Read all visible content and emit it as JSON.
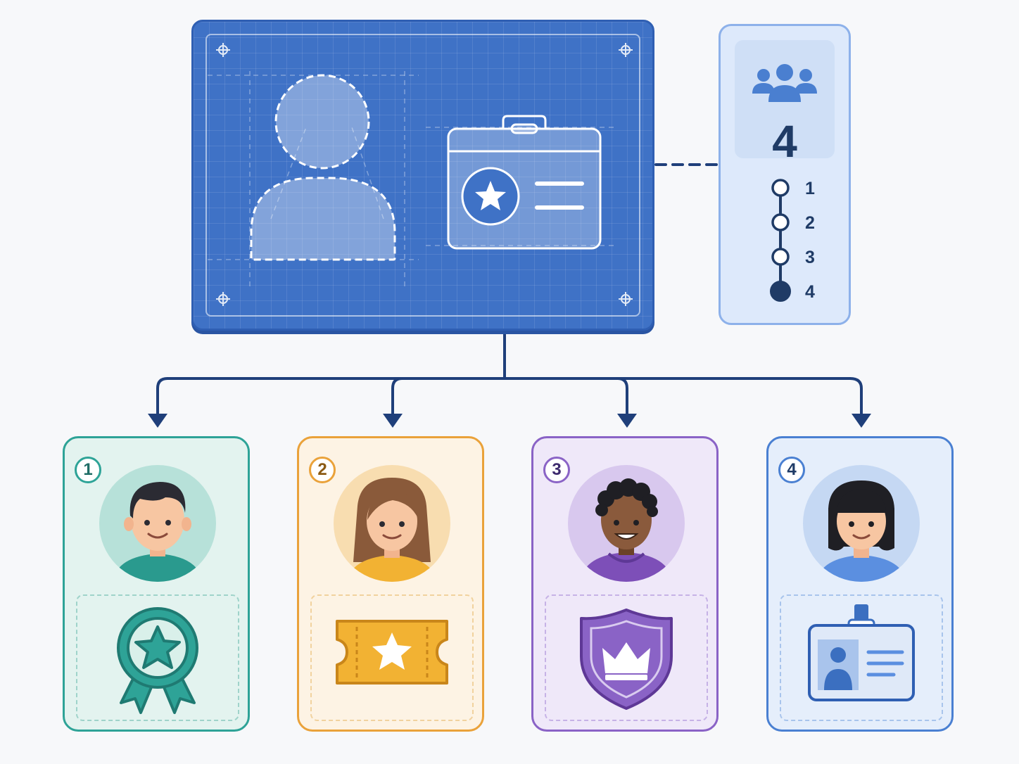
{
  "counter": {
    "value": "4",
    "steps": [
      "1",
      "2",
      "3",
      "4"
    ],
    "active_step": 4
  },
  "cards": [
    {
      "number": "1",
      "avatar": "person-short-dark-hair",
      "item_icon": "award-ribbon-icon",
      "accent": "#2ea397"
    },
    {
      "number": "2",
      "avatar": "person-long-brown-hair",
      "item_icon": "ticket-icon",
      "accent": "#eaa23a"
    },
    {
      "number": "3",
      "avatar": "person-curly-hair-hoodie",
      "item_icon": "crown-shield-icon",
      "accent": "#8a63c6"
    },
    {
      "number": "4",
      "avatar": "person-black-bob-hair",
      "item_icon": "id-badge-icon",
      "accent": "#4a80d2"
    }
  ],
  "colors": {
    "blueprint": "#3f72c6",
    "connector": "#1f3f7a",
    "panel": "#dde9fb"
  }
}
